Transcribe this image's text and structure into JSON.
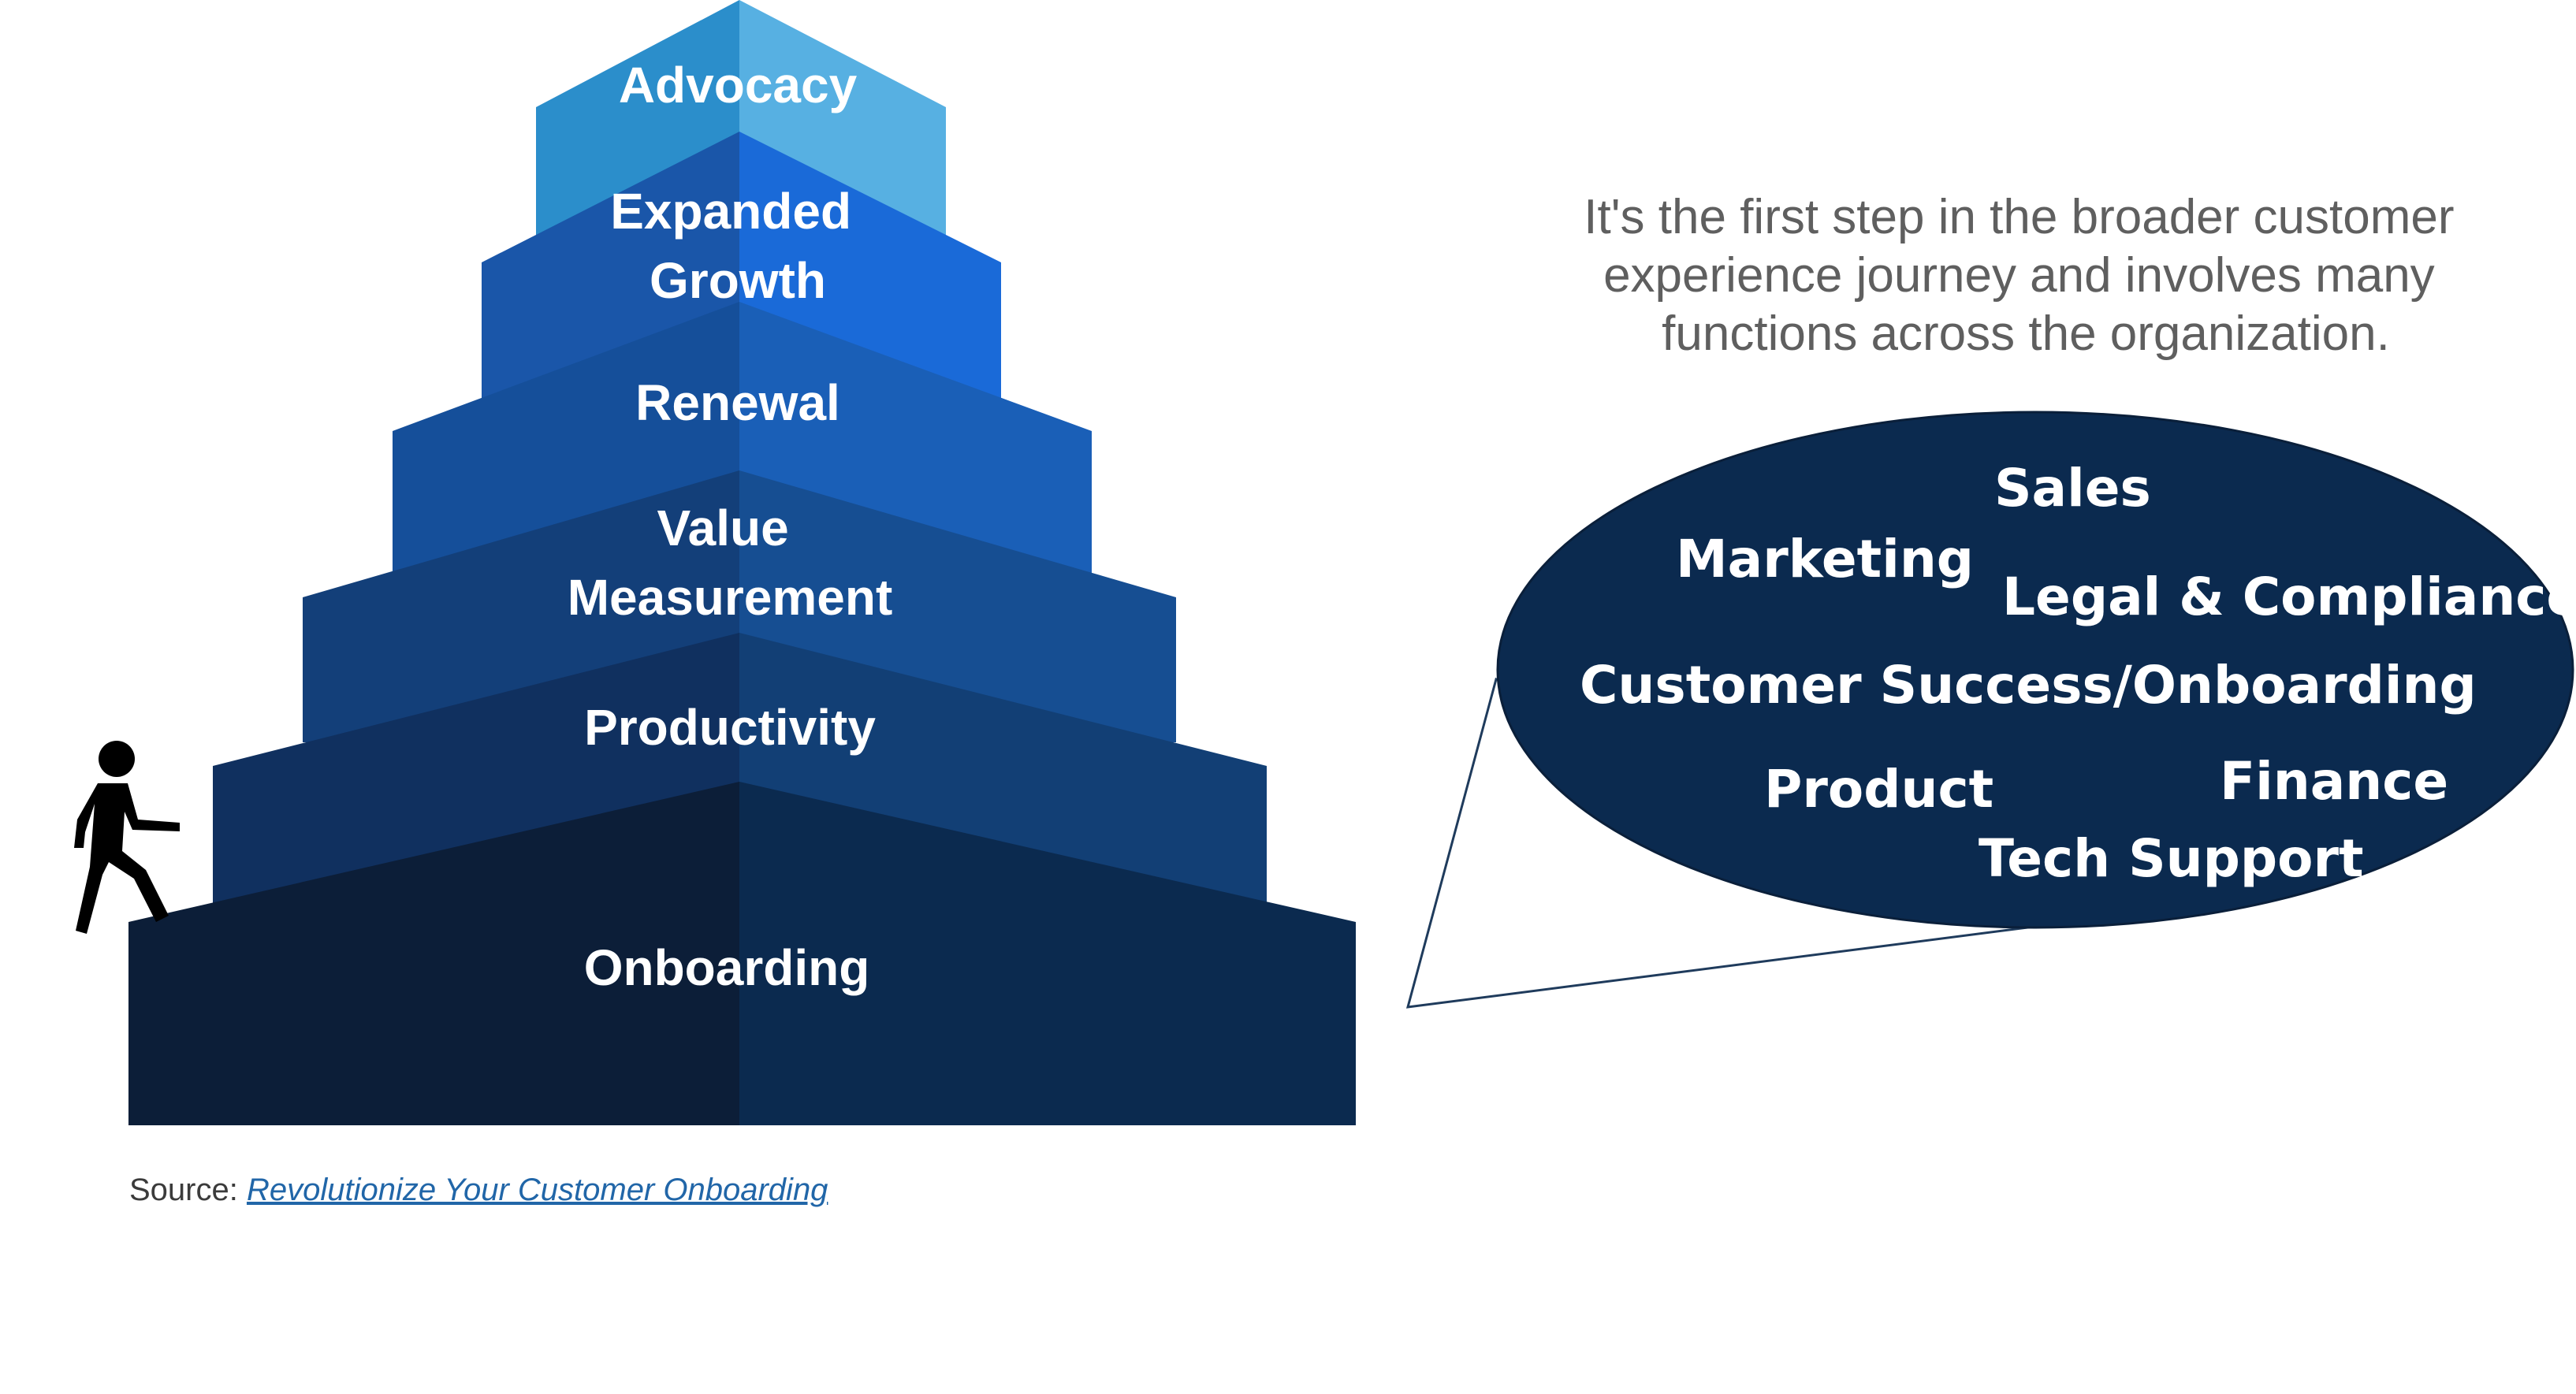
{
  "steps": [
    {
      "label_lines": [
        "Advocacy"
      ],
      "color_left": "#2b8ecb",
      "color_right": "#57b0e2"
    },
    {
      "label_lines": [
        "Expanded",
        "Growth"
      ],
      "color_left": "#1a56a9",
      "color_right": "#1a6ad8"
    },
    {
      "label_lines": [
        "Renewal"
      ],
      "color_left": "#154f9a",
      "color_right": "#1a5fb7"
    },
    {
      "label_lines": [
        "Value",
        "Measurement"
      ],
      "color_left": "#133f79",
      "color_right": "#164e92"
    },
    {
      "label_lines": [
        "Productivity"
      ],
      "color_left": "#10305f",
      "color_right": "#123f75"
    },
    {
      "label_lines": [
        "Onboarding"
      ],
      "color_left": "#0c1e38",
      "color_right": "#0b2a4f"
    }
  ],
  "intro_text_lines": [
    "It's the first step in the broader customer",
    "experience journey and involves many",
    "functions across the organization."
  ],
  "functions": [
    "Sales",
    "Marketing",
    "Legal & Compliance",
    "Customer Success/Onboarding",
    "Product",
    "Finance",
    "Tech Support"
  ],
  "bubble_color": "#0b2a4f",
  "icons": {
    "walker": "person-walking-icon"
  },
  "source": {
    "prefix": "Source: ",
    "link_text": "Revolutionize Your Customer Onboarding"
  }
}
